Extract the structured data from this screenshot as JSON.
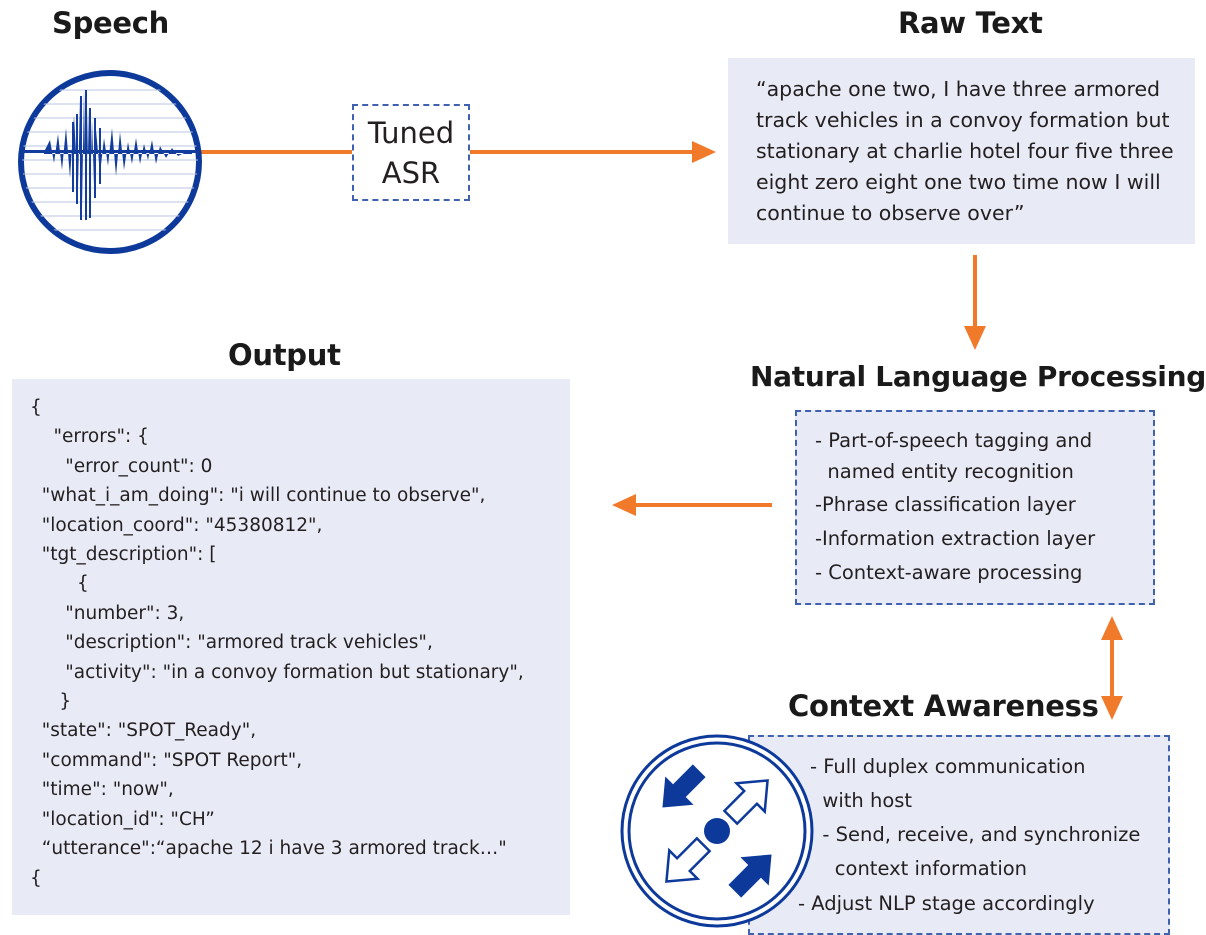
{
  "titles": {
    "speech": "Speech",
    "raw_text": "Raw Text",
    "output": "Output",
    "nlp": "Natural Language Processing",
    "context": "Context Awareness"
  },
  "asr_box": {
    "line1": "Tuned",
    "line2": "ASR"
  },
  "raw_text_lines": [
    "“apache one two, I have three armored",
    "track vehicles in a convoy formation but",
    "stationary at charlie hotel four five three",
    "eight zero eight one two time now I will",
    "continue to observe over”"
  ],
  "nlp_items": [
    "- Part-of-speech tagging and",
    "  named entity recognition",
    "-Phrase classification layer",
    "-Information extraction layer",
    "- Context-aware processing"
  ],
  "context_items": [
    "- Full duplex communication",
    "  with host",
    "  - Send, receive, and synchronize",
    "    context information",
    "- Adjust NLP stage accordingly"
  ],
  "output_lines": [
    "{",
    "    \"errors\": {",
    "      \"error_count\": 0",
    "  \"what_i_am_doing\": \"i will continue to observe\",",
    "  \"location_coord\": \"45380812\",",
    "  \"tgt_description\": [",
    "        {",
    "      \"number\": 3,",
    "      \"description\": \"armored track vehicles\",",
    "      \"activity\": \"in a convoy formation but stationary\",",
    "     }",
    "  \"state\": \"SPOT_Ready\",",
    "  \"command\": \"SPOT Report\",",
    "  \"time\": \"now\",",
    "  \"location_id\": \"CH”",
    "  “utterance\":“apache 12 i have 3 armored track…\"",
    "{"
  ],
  "colors": {
    "arrow": "#f07a2a",
    "dash": "#3f61b0",
    "box_fill": "#e8ebf6",
    "icon_blue": "#0d3a9a"
  },
  "icons": [
    "waveform-icon",
    "context-exchange-icon"
  ]
}
